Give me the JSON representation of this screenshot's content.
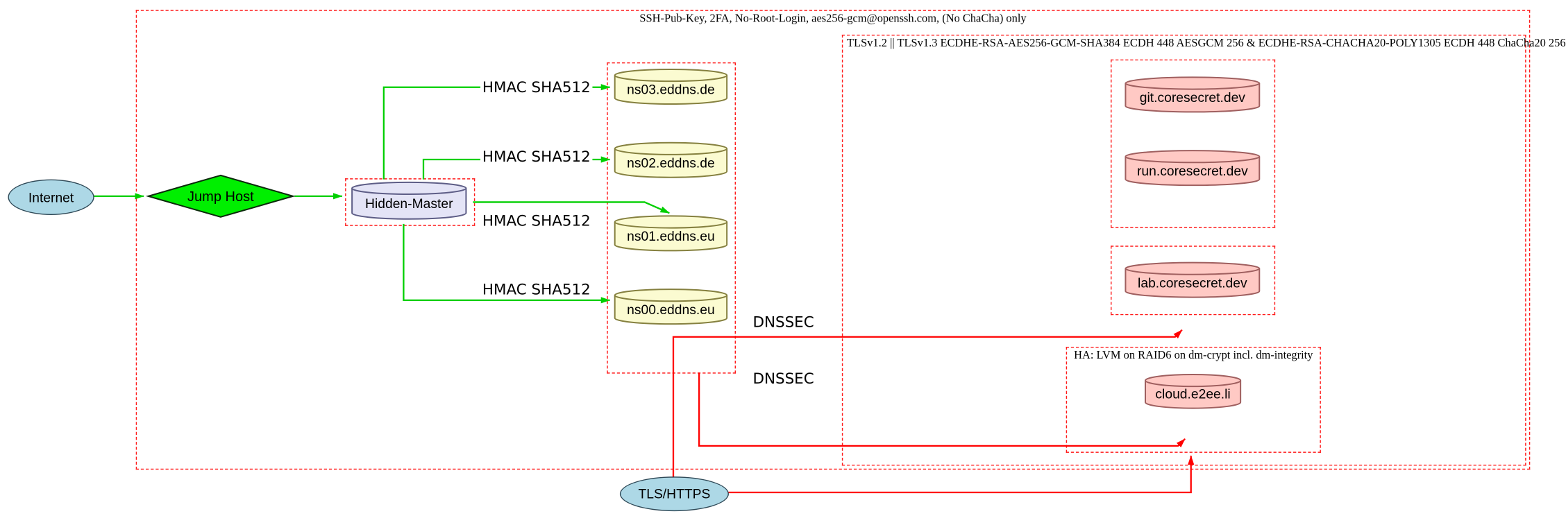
{
  "diagram": {
    "clusters": {
      "ssh": {
        "label": "SSH-Pub-Key, 2FA, No-Root-Login, aes256-gcm@openssh.com, (No ChaCha) only"
      },
      "tls": {
        "label": "TLSv1.2 || TLSv1.3 ECDHE-RSA-AES256-GCM-SHA384 ECDH 448 AESGCM 256 & ECDHE-RSA-CHACHA20-POLY1305 ECDH 448 ChaCha20 256"
      },
      "ha": {
        "label": "HA: LVM on RAID6 on dm-crypt incl. dm-integrity"
      }
    },
    "nodes": {
      "internet": {
        "label": "Internet",
        "shape": "ellipse",
        "fill": "#add8e6"
      },
      "jump_host": {
        "label": "Jump Host",
        "shape": "diamond",
        "fill": "#00ef00"
      },
      "hidden_master": {
        "label": "Hidden-Master",
        "shape": "cylinder",
        "fill": "#e4e4f6"
      },
      "ns03": {
        "label": "ns03.eddns.de",
        "shape": "cylinder",
        "fill": "#fbfbd1"
      },
      "ns02": {
        "label": "ns02.eddns.de",
        "shape": "cylinder",
        "fill": "#fbfbd1"
      },
      "ns01": {
        "label": "ns01.eddns.eu",
        "shape": "cylinder",
        "fill": "#fbfbd1"
      },
      "ns00": {
        "label": "ns00.eddns.eu",
        "shape": "cylinder",
        "fill": "#fbfbd1"
      },
      "git": {
        "label": "git.coresecret.dev",
        "shape": "cylinder",
        "fill": "#ffc9c4"
      },
      "run": {
        "label": "run.coresecret.dev",
        "shape": "cylinder",
        "fill": "#ffc9c4"
      },
      "lab": {
        "label": "lab.coresecret.dev",
        "shape": "cylinder",
        "fill": "#ffc9c4"
      },
      "cloud": {
        "label": "cloud.e2ee.li",
        "shape": "cylinder",
        "fill": "#ffc9c4"
      },
      "tls_https": {
        "label": "TLS/HTTPS",
        "shape": "ellipse",
        "fill": "#add8e6"
      }
    },
    "edges": [
      {
        "from": "Internet",
        "to": "Jump Host",
        "label": "",
        "color": "#00cf00"
      },
      {
        "from": "Jump Host",
        "to": "Hidden-Master",
        "label": "",
        "color": "#00cf00"
      },
      {
        "from": "Hidden-Master",
        "to": "ns03.eddns.de",
        "label": "HMAC SHA512",
        "color": "#00cf00"
      },
      {
        "from": "Hidden-Master",
        "to": "ns02.eddns.de",
        "label": "HMAC SHA512",
        "color": "#00cf00"
      },
      {
        "from": "Hidden-Master",
        "to": "ns01.eddns.eu",
        "label": "HMAC SHA512",
        "color": "#00cf00"
      },
      {
        "from": "Hidden-Master",
        "to": "ns00.eddns.eu",
        "label": "HMAC SHA512",
        "color": "#00cf00"
      },
      {
        "from": "eddns nameservers",
        "to": "coresecret zone",
        "label": "DNSSEC",
        "color": "#ff0000"
      },
      {
        "from": "eddns nameservers",
        "to": "HA cluster",
        "label": "DNSSEC",
        "color": "#ff0000"
      },
      {
        "from": "TLS/HTTPS",
        "to": "HA cluster",
        "label": "",
        "color": "#ff0000"
      }
    ],
    "colors": {
      "cluster_border": "#ff1a1a",
      "green_edge": "#00cf00",
      "red_edge": "#ff0000",
      "background": "#ffffff"
    }
  }
}
